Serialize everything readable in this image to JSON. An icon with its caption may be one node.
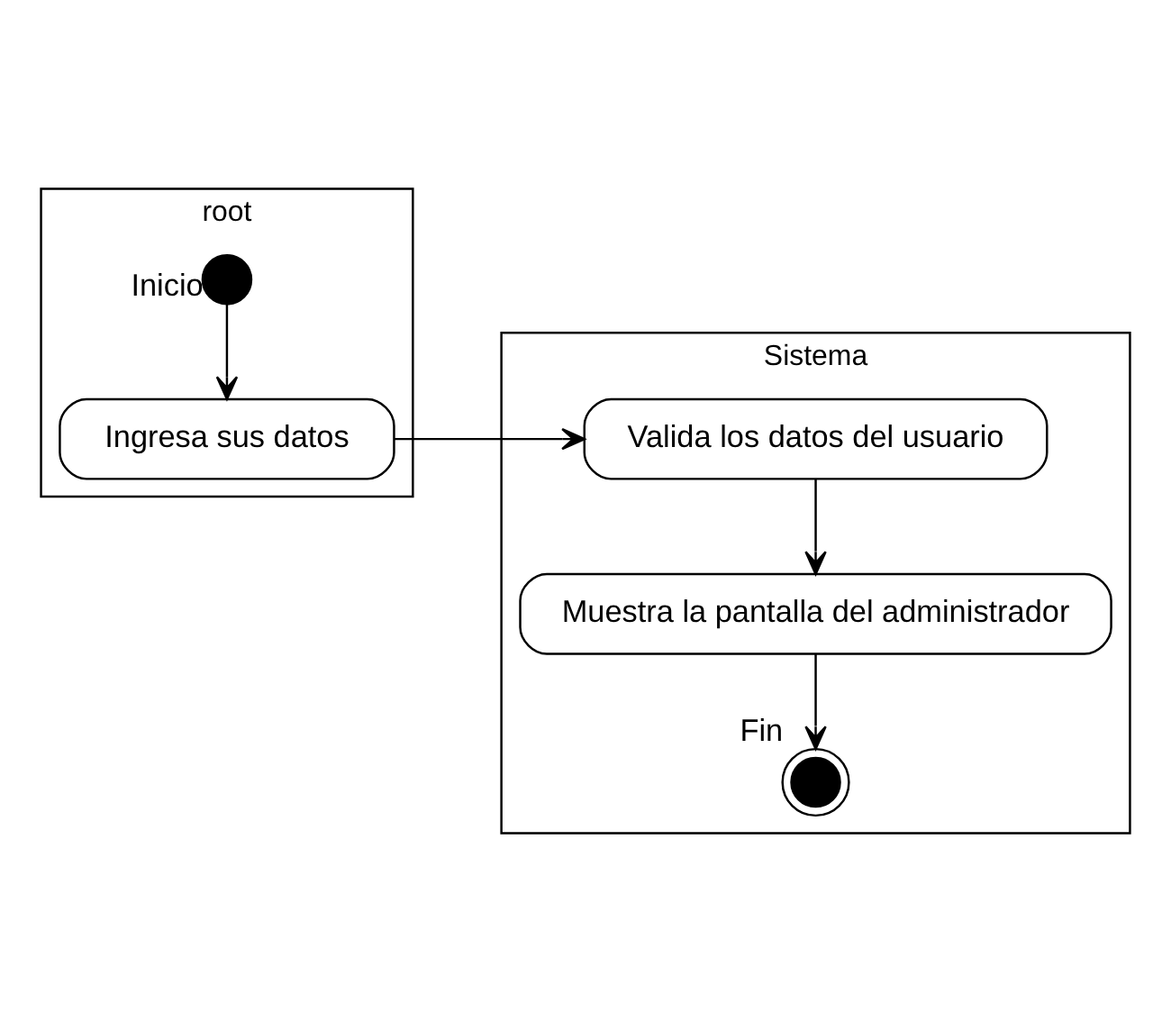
{
  "diagram": {
    "nodes": [
      {
        "text": [
          "root"
        ]
      },
      {
        "text": [],
        "shape": "circle",
        "in": 0,
        "beside": [
          "Inicio"
        ]
      },
      {
        "text": [
          "Ingresa sus datos"
        ],
        "in": 0
      },
      {
        "text": [
          "Sistema"
        ]
      },
      {
        "text": [
          "Valida los datos del usuario"
        ],
        "in": 3
      },
      {
        "text": [
          "Muestra la pantalla del administrador"
        ],
        "in": 3
      },
      {
        "text": [],
        "shape": "circle",
        "in": 3,
        "beside": [
          "Fin"
        ]
      }
    ],
    "edges": [
      {
        "from": 1,
        "to": 2,
        "arrow": "to"
      },
      {
        "from": 2,
        "to": 4,
        "arrow": "to"
      },
      {
        "from": 4,
        "to": 5,
        "arrow": "to"
      },
      {
        "from": 5,
        "to": 6,
        "arrow": "to"
      }
    ]
  }
}
